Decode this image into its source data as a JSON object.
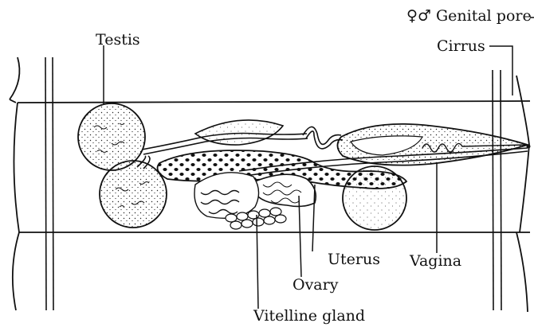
{
  "labels": {
    "genital_pore": "♀♂ Genital pore",
    "testis": "Testis",
    "cirrus": "Cirrus",
    "uterus": "Uterus",
    "vagina": "Vagina",
    "ovary": "Ovary",
    "vitelline_gland": "Vitelline gland"
  },
  "colors": {
    "ink": "#111111",
    "background": "#ffffff"
  }
}
